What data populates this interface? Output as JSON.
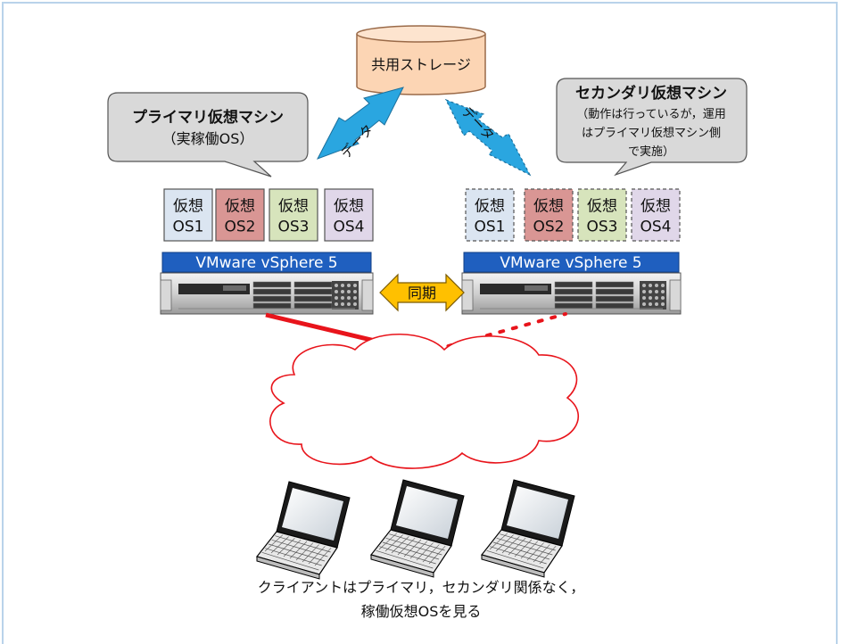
{
  "storage": {
    "label": "共用ストレージ"
  },
  "arrows": {
    "left_label": "データ",
    "right_label": "データ"
  },
  "primary_callout": {
    "line1": "プライマリ仮想マシン",
    "line2": "（実稼働OS）"
  },
  "secondary_callout": {
    "title": "セカンダリ仮想マシン",
    "line1": "（動作は行っているが，運用",
    "line2": "はプライマリ仮想マシン側",
    "line3": "で実施）"
  },
  "vm_top_label": "仮想",
  "vms": [
    {
      "os": "OS1",
      "fill": "#dbe5f1"
    },
    {
      "os": "OS2",
      "fill": "#d99694"
    },
    {
      "os": "OS3",
      "fill": "#d7e4bc"
    },
    {
      "os": "OS4",
      "fill": "#e0d7e9"
    }
  ],
  "left_host": {
    "hypervisor": "VMware vSphere 5"
  },
  "right_host": {
    "hypervisor": "VMware vSphere 5"
  },
  "sync": {
    "label": "同期"
  },
  "caption": {
    "line1": "クライアントはプライマリ，セカンダリ関係なく，",
    "line2": "稼働仮想OSを見る"
  },
  "colors": {
    "hypervisor_bar": "#1f5fbf",
    "arrow_blue": "#2aa6e0",
    "sync_arrow": "#ffc000",
    "storage_fill": "#fcd5b4",
    "link_red": "#e8141b",
    "callout_fill": "#d9d9d9"
  }
}
